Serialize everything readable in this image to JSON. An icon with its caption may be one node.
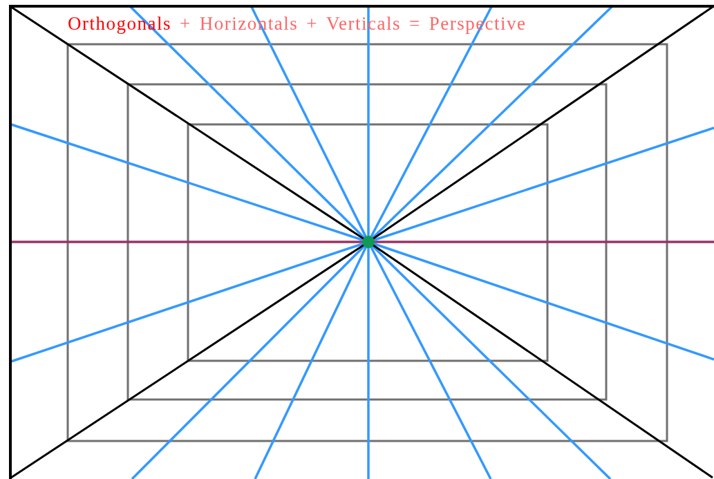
{
  "diagram": {
    "labels": [
      "Orthogonals",
      "+",
      "Horizontals",
      "+",
      "Verticals",
      "=",
      "Perspective"
    ]
  }
}
